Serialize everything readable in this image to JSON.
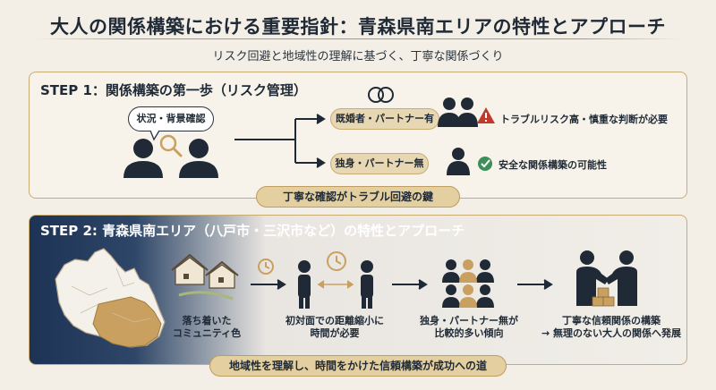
{
  "header": {
    "title": "大人の関係構築における重要指針：青森県南エリアの特性とアプローチ",
    "subtitle": "リスク回避と地域性の理解に基づく、丁寧な関係づくり"
  },
  "step1": {
    "title": "STEP 1：関係構築の第一歩（リスク管理）",
    "check_label": "状況・背景確認",
    "married_label": "既婚者・パートナー有",
    "married_note": "トラブルリスク高・慎重な判断が必要",
    "single_label": "独身・パートナー無",
    "single_note": "安全な関係構築の可能性",
    "key_banner": "丁寧な確認がトラブル回避の鍵"
  },
  "step2": {
    "title": "STEP 2: 青森県南エリア（八戸市・三沢市など）の特性とアプローチ",
    "stage1": "落ち着いた\nコミュニティ色",
    "stage2": "初対面での距離縮小に\n時間が必要",
    "stage3": "独身・パートナー無が\n比較的多い傾向",
    "stage4": "丁寧な信頼関係の構築\n→ 無理のない大人の関係へ発展",
    "bottom_banner": "地域性を理解し、時間をかけた信頼構築が成功への道"
  },
  "colors": {
    "navy": "#1f2a36",
    "gold": "#c9ab74",
    "warning_red": "#c0392b",
    "ok_green": "#3e8e5a",
    "map_highlight": "#c9a060"
  }
}
